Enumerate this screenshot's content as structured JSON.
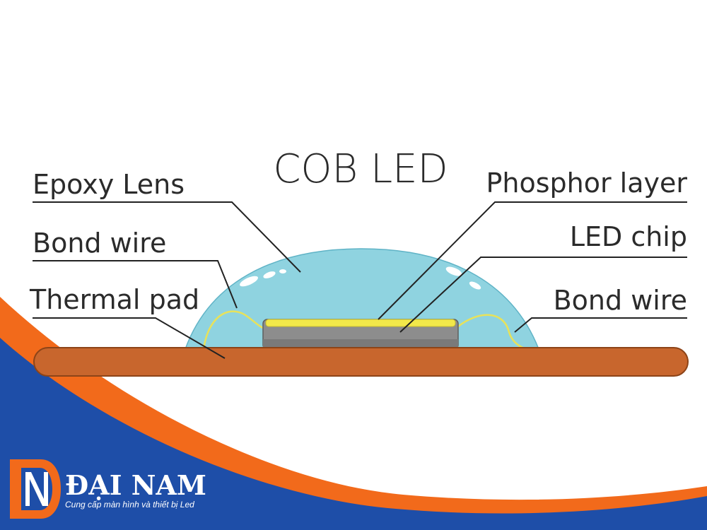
{
  "title": "COB LED",
  "labels": {
    "epoxy_lens": "Epoxy Lens",
    "bond_wire_left": "Bond wire",
    "thermal_pad": "Thermal pad",
    "phosphor_layer": "Phosphor layer",
    "led_chip": "LED chip",
    "bond_wire_right": "Bond wire"
  },
  "brand": {
    "name": "ĐẠI NAM",
    "tagline": "Cung cấp màn hình và thiết bị Led",
    "logo_icon": "dai-nam-logo-icon"
  },
  "colors": {
    "lens": "#8fd3e0",
    "pad": "#c8662d",
    "phosphor": "#f2e84a",
    "chip": "#8d8d8d",
    "wire": "#e8e25a",
    "brand_blue": "#1e4ea8",
    "brand_orange": "#f26a1b"
  }
}
